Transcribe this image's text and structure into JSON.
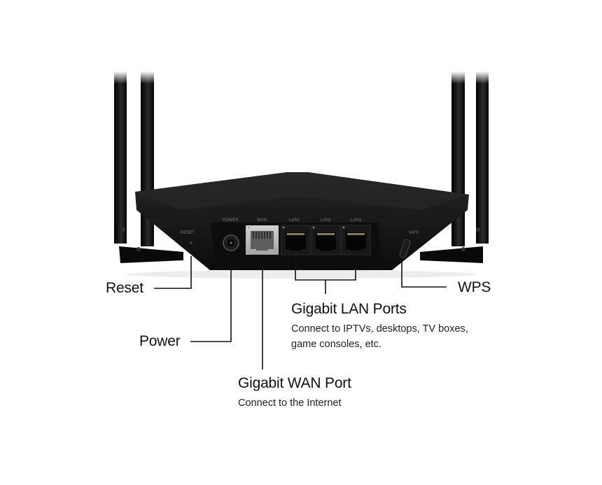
{
  "device": {
    "port_labels": {
      "reset": "RESET",
      "power": "POWER",
      "wan": "WAN",
      "lan1": "LAN1",
      "lan2": "LAN2",
      "lan3": "LAN3",
      "wps": "WPS"
    }
  },
  "callouts": {
    "reset": {
      "title": "Reset"
    },
    "power": {
      "title": "Power"
    },
    "wps": {
      "title": "WPS"
    },
    "lan": {
      "title": "Gigabit LAN Ports",
      "desc_line1": "Connect to IPTVs, desktops, TV boxes,",
      "desc_line2": "game consoles, etc."
    },
    "wan": {
      "title": "Gigabit WAN Port",
      "desc": "Connect to the Internet"
    }
  },
  "colors": {
    "body": "#141414",
    "body_top": "#1e1e1e",
    "port_panel": "#0d0d0d",
    "wan_port": "#b9b9b9",
    "leader_line": "#111111"
  }
}
